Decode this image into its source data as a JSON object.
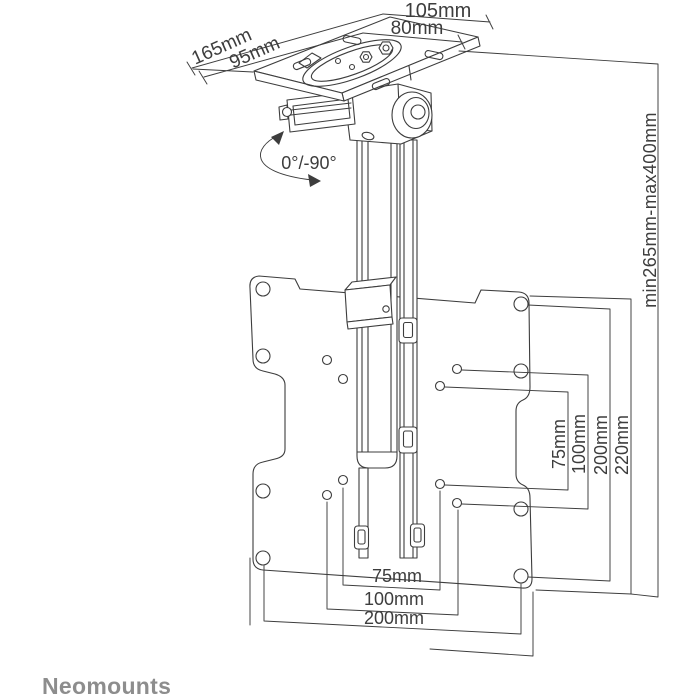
{
  "brand": {
    "name": "Neomounts"
  },
  "labels": {
    "plate_depth": "165mm",
    "plate_slot_depth": "95mm",
    "plate_width": "105mm",
    "plate_slot_width": "80mm",
    "tilt_range": "0°/-90°",
    "height_range": "min265mm-max400mm",
    "vesa_vertical_75": "75mm",
    "vesa_vertical_100": "100mm",
    "vesa_vertical_200": "200mm",
    "plate_height_220": "220mm",
    "vesa_horizontal_75": "75mm",
    "vesa_horizontal_100": "100mm",
    "vesa_horizontal_200": "200mm"
  },
  "colors": {
    "line": "#3d3d3d",
    "logo": "#8d8d8d",
    "background": "#ffffff"
  }
}
